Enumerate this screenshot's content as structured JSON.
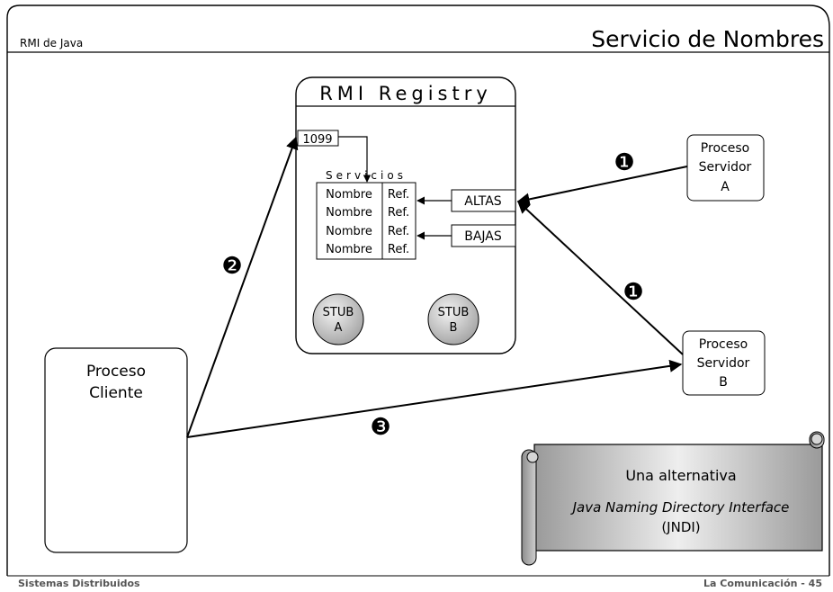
{
  "header": {
    "course": "RMI de Java",
    "title": "Servicio de Nombres"
  },
  "footer": {
    "left": "Sistemas Distribuidos",
    "right": "La Comunicación - 45"
  },
  "registry": {
    "title": "RMI Registry",
    "port": "1099",
    "services_label": "Servicios",
    "rows": [
      {
        "name": "Nombre",
        "ref": "Ref."
      },
      {
        "name": "Nombre",
        "ref": "Ref."
      },
      {
        "name": "Nombre",
        "ref": "Ref."
      },
      {
        "name": "Nombre",
        "ref": "Ref."
      }
    ],
    "altas": "ALTAS",
    "bajas": "BAJAS",
    "stub_a": {
      "line1": "STUB",
      "line2": "A"
    },
    "stub_b": {
      "line1": "STUB",
      "line2": "B"
    }
  },
  "server_a": {
    "line1": "Proceso",
    "line2": "Servidor",
    "line3": "A"
  },
  "server_b": {
    "line1": "Proceso",
    "line2": "Servidor",
    "line3": "B"
  },
  "client": {
    "line1": "Proceso",
    "line2": "Cliente"
  },
  "steps": {
    "one_a": "❶",
    "one_b": "❶",
    "two": "❷",
    "three": "❸"
  },
  "scroll": {
    "title": "Una alternativa",
    "subtitle": "Java Naming Directory Interface",
    "acronym": "(JNDI)"
  }
}
